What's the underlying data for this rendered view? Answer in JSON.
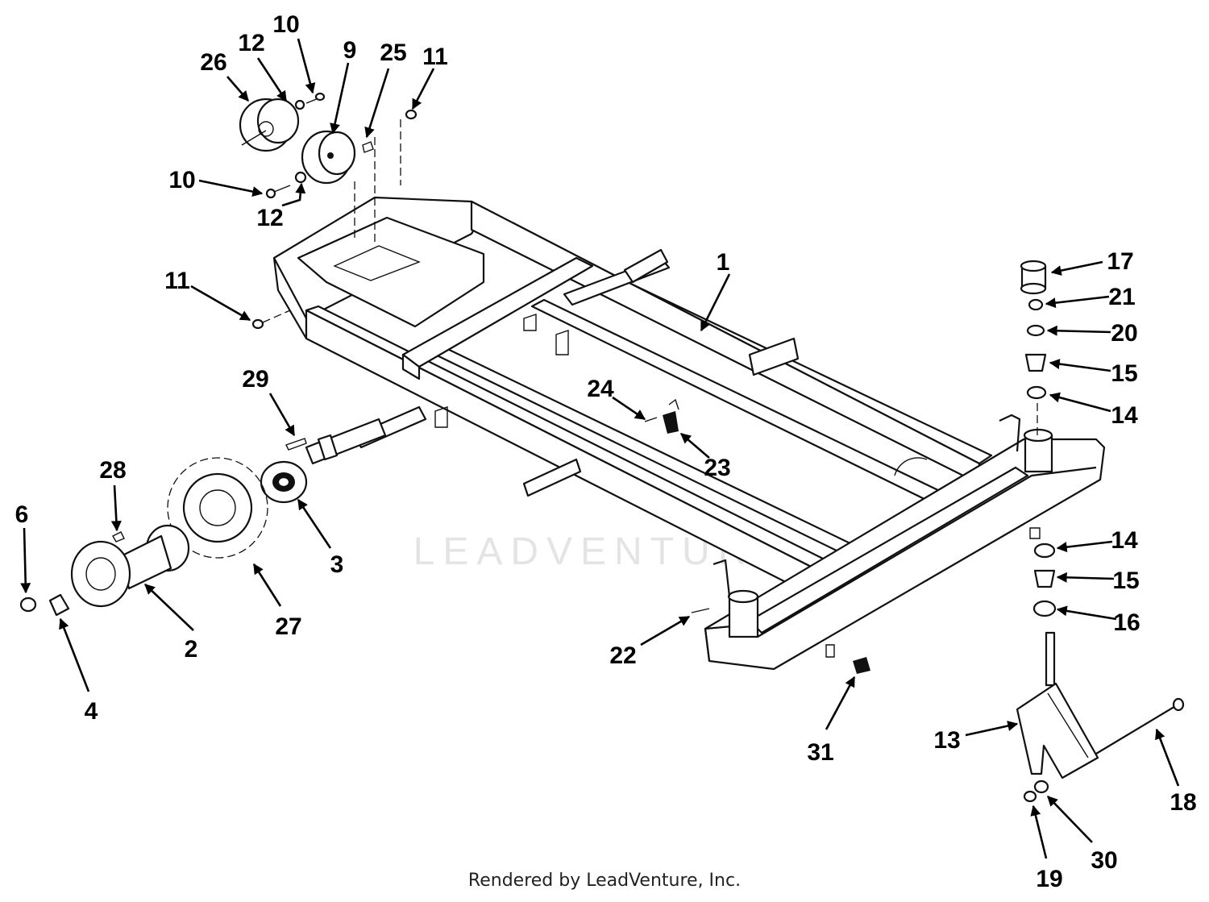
{
  "watermark": "LEADVENTURE",
  "footer": "Rendered by LeadVenture, Inc.",
  "callouts": [
    "1",
    "2",
    "3",
    "4",
    "6",
    "9",
    "10",
    "10",
    "11",
    "11",
    "12",
    "12",
    "13",
    "14",
    "14",
    "15",
    "15",
    "16",
    "17",
    "18",
    "19",
    "20",
    "21",
    "22",
    "23",
    "24",
    "25",
    "26",
    "27",
    "28",
    "29",
    "30",
    "31"
  ],
  "colors": {
    "ink": "#000000",
    "background": "#ffffff",
    "watermark": "#e4e4e4"
  }
}
